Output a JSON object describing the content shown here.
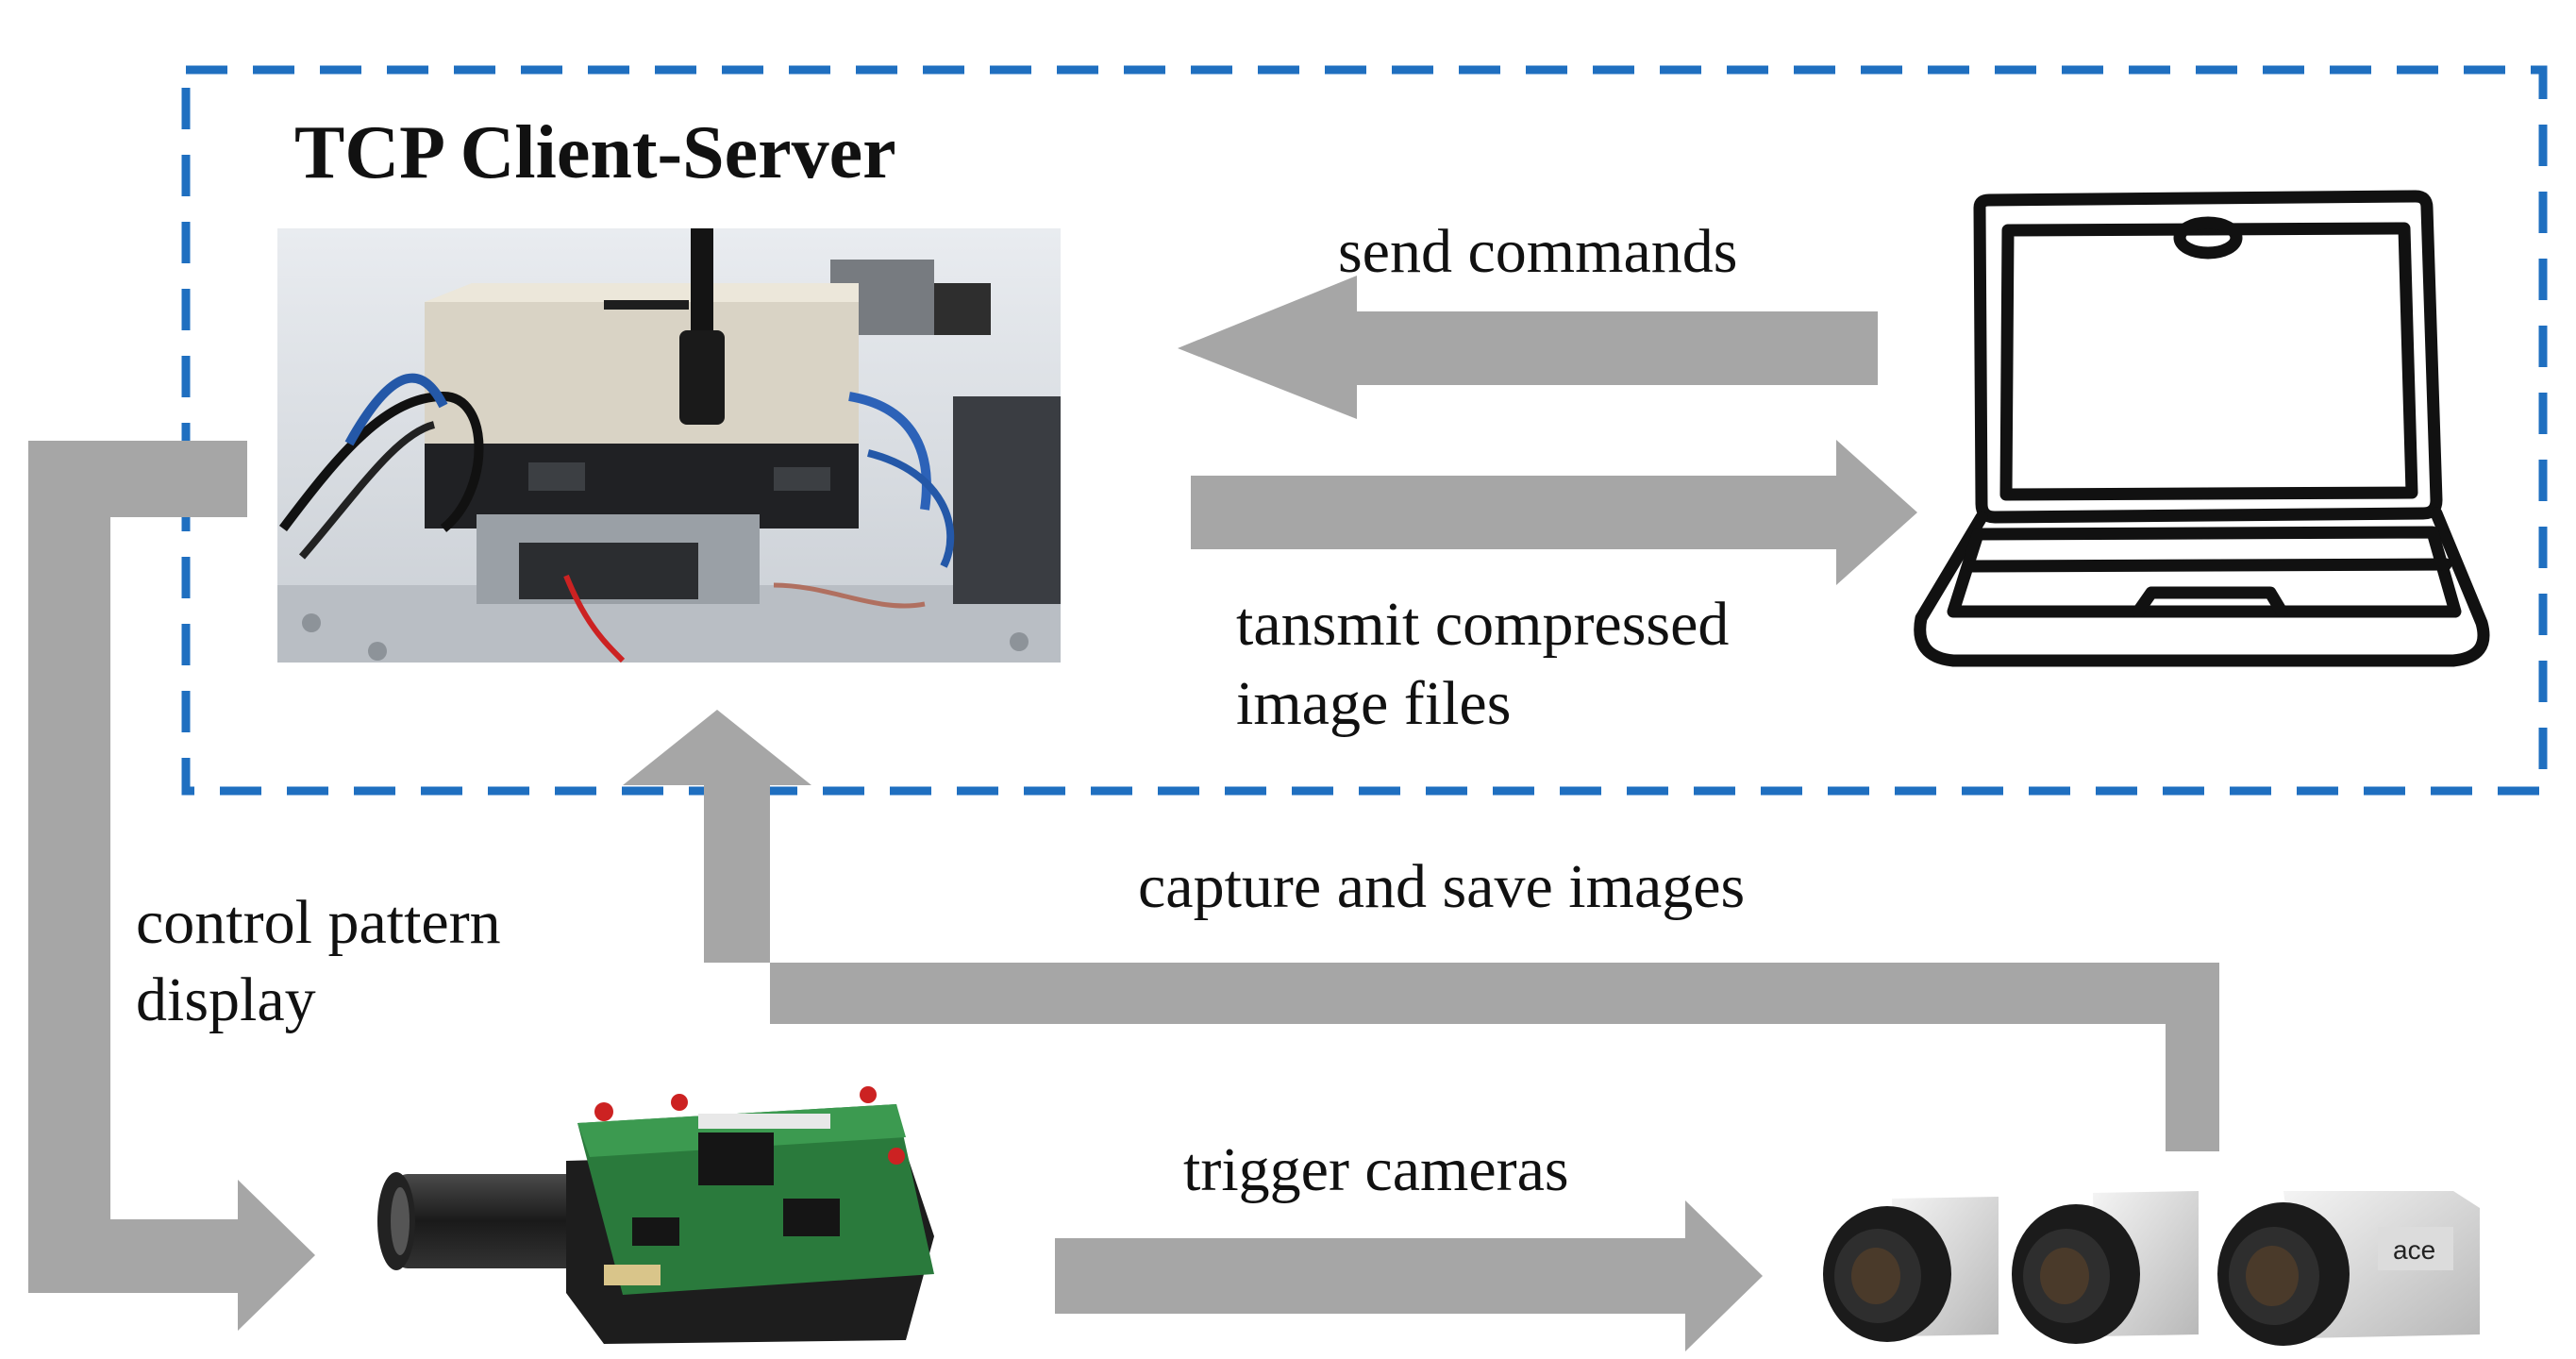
{
  "title": "TCP Client-Server",
  "labels": {
    "send_commands": "send commands",
    "transmit_line1": "tansmit compressed",
    "transmit_line2": "image files",
    "capture_save": "capture and save images",
    "control_line1": "control pattern",
    "control_line2": "display",
    "trigger_cameras": "trigger cameras"
  },
  "components": {
    "embedded_board": "embedded-computer-photo",
    "laptop": "laptop-icon",
    "projector": "projector-photo",
    "cameras": "camera-array-photo"
  },
  "camera_brand": "ace",
  "colors": {
    "boundary": "#1F6FC0",
    "arrow": "#A6A6A6",
    "text": "#111111"
  }
}
